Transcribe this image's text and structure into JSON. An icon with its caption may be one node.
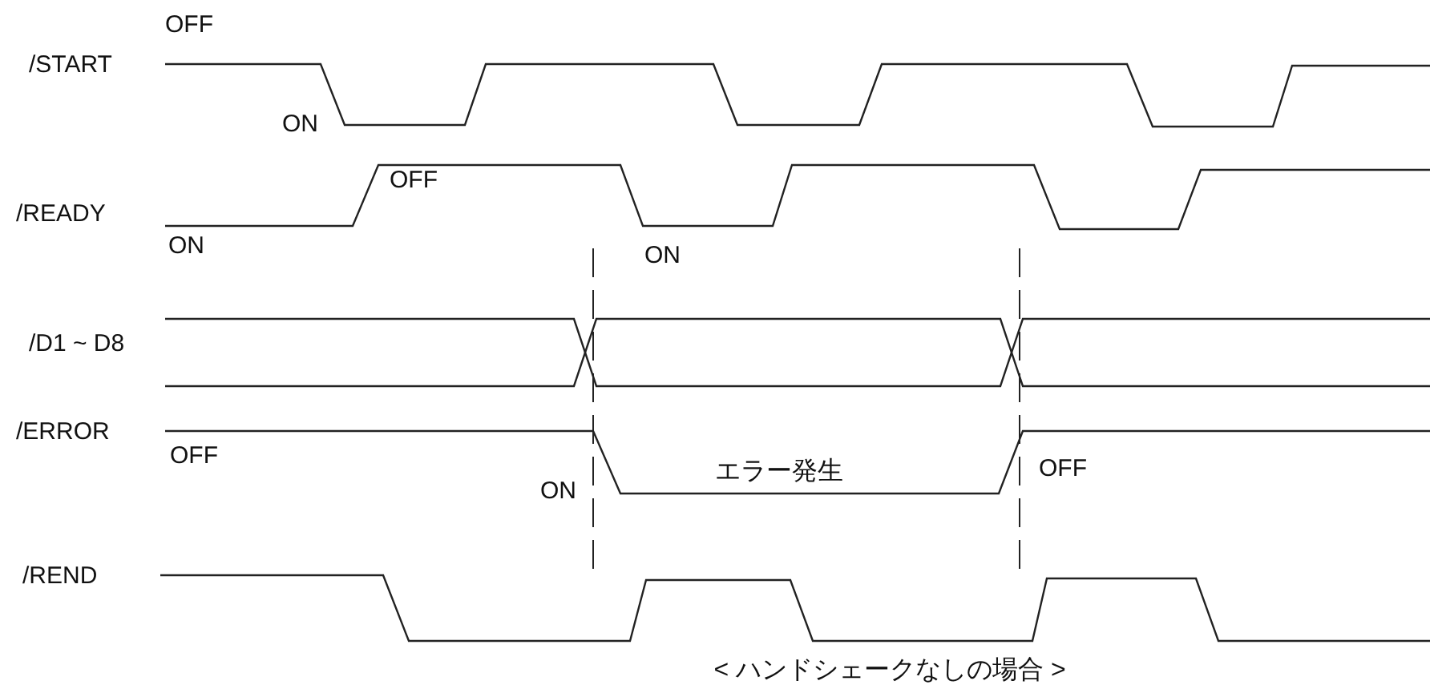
{
  "diagram": {
    "caption": "< ハンドシェークなしの場合 >",
    "labels": [
      "OFF",
      "/START",
      "ON",
      "OFF",
      "/READY",
      "ON",
      "ON",
      "/D1 ~ D8",
      "/ERROR",
      "OFF",
      "エラー発生",
      "OFF",
      "ON",
      "/REND"
    ]
  }
}
